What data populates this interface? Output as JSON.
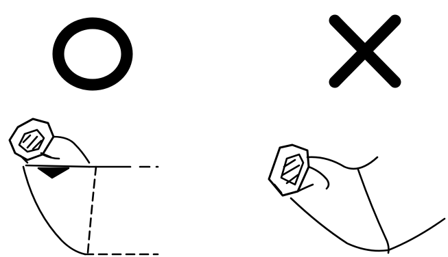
{
  "panels": [
    {
      "id": "correct",
      "mark_icon": "circle-mark-icon",
      "illustration": "arm-with-watch-straight-wrist"
    },
    {
      "id": "incorrect",
      "mark_icon": "cross-mark-icon",
      "illustration": "arm-with-watch-bent-wrist"
    }
  ],
  "colors": {
    "ink": "#000000",
    "background": "#ffffff"
  }
}
